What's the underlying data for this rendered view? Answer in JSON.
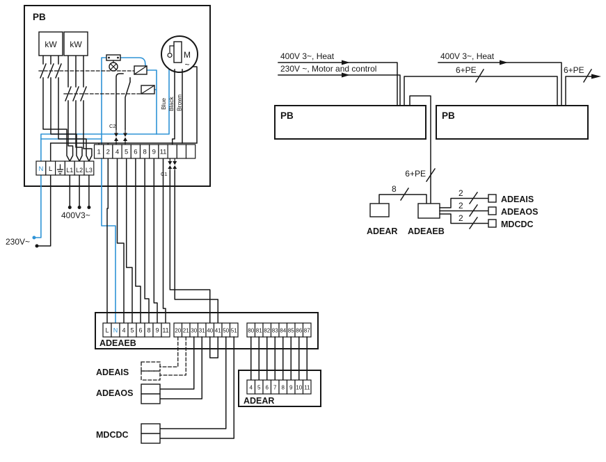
{
  "panel": {
    "title": "PB",
    "kw_left": "kW",
    "kw_right": "kW",
    "motor_letter": "M",
    "motor_phase": "~",
    "wire_blue": "Blue",
    "wire_black": "Black",
    "wire_brown": "Brown",
    "connector_c1": "C1",
    "connector_c2": "C2",
    "power_cells": [
      "N",
      "L",
      "",
      "L1",
      "L2",
      "L3"
    ],
    "control_cells": [
      "1",
      "2",
      "4",
      "5",
      "6",
      "8",
      "9",
      "11",
      "",
      "",
      ""
    ]
  },
  "supply": {
    "mains_230": "230V~",
    "mains_400": "400V3~"
  },
  "adeaeb": {
    "label": "ADEAEB",
    "group1": [
      "L",
      "N",
      "4",
      "5",
      "6",
      "8",
      "9",
      "11"
    ],
    "group2": [
      "20",
      "21",
      "30",
      "31",
      "40",
      "41",
      "50",
      "51"
    ],
    "group3": [
      "80",
      "81",
      "82",
      "83",
      "84",
      "85",
      "86",
      "87"
    ]
  },
  "adear": {
    "label": "ADEAR",
    "cells": [
      "4",
      "5",
      "6",
      "7",
      "8",
      "9",
      "10",
      "11"
    ]
  },
  "accessories": {
    "adeais": "ADEAIS",
    "adeaos": "ADEAOS",
    "mdcdc": "MDCDC"
  },
  "block": {
    "feed_heat_1": "400V 3~, Heat",
    "feed_motor": "230V ~, Motor and control",
    "feed_heat_2": "400V 3~, Heat",
    "pb1": "PB",
    "pb2": "PB",
    "pe_link": "6+PE",
    "pe_out": "6+PE",
    "pe_down": "6+PE",
    "count_8": "8",
    "count_2a": "2",
    "count_2b": "2",
    "count_2c": "2",
    "adear": "ADEAR",
    "adeaeb": "ADEAEB",
    "adeais": "ADEAIS",
    "adeaos": "ADEAOS",
    "mdcdc": "MDCDC"
  },
  "colors": {
    "line": "#161616",
    "blue": "#2e93d6"
  }
}
